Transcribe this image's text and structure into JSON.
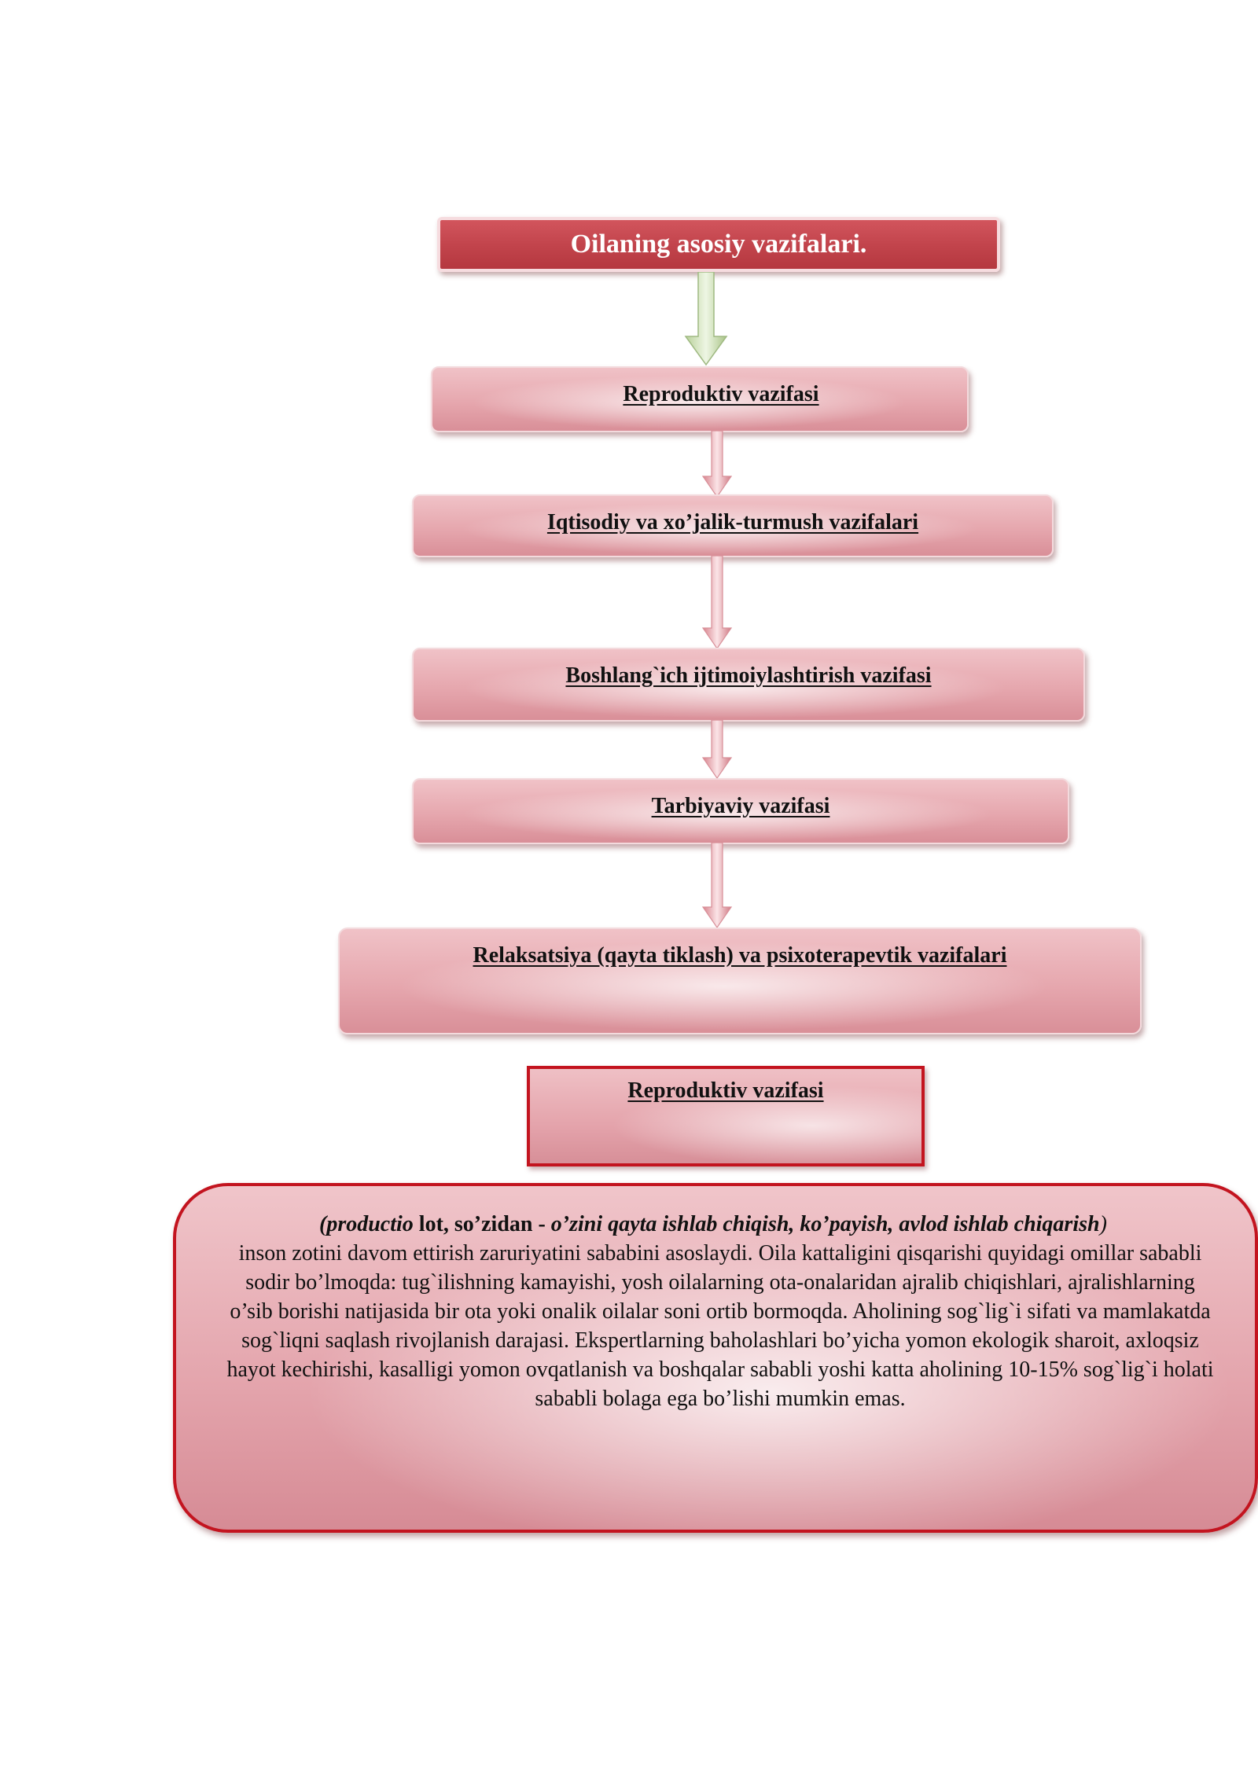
{
  "diagram": {
    "title": "Oilaning asosiy vazifalari.",
    "steps": [
      "Reproduktiv vazifasi",
      "Iqtisodiy va xo’jalik-turmush vazifalari",
      "Boshlang`ich  ijtimoiylashtirish vazifasi",
      "Tarbiyaviy vazifasi",
      "Relaksatsiya (qayta tiklash) va psixoterapevtik vazifalari"
    ],
    "colors": {
      "title_fill": "#c1434b",
      "box_fill": "#e6a7ae",
      "accent_border": "#c3141f",
      "first_arrow": "#d6e6c4",
      "arrow_fill": "#e9a9b0"
    }
  },
  "detail": {
    "heading": "Reproduktiv vazifasi",
    "lead_open": "(",
    "lead_term": "productio",
    "lead_middle": " lot, so’zidan - ",
    "lead_meaning": "o’zini qayta ishlab chiqish, ko’payish, avlod ishlab chiqarish",
    "lead_close": ")",
    "body": "inson zotini davom ettirish zaruriyatini sababini asoslaydi. Oila kattaligini qisqarishi quyidagi omillar sababli sodir bo’lmoqda: tug`ilishning kamayishi, yosh oilalarning ota-onalaridan ajralib chiqishlari, ajralishlarning o’sib borishi natijasida bir ota yoki onalik oilalar soni ortib bormoqda. Aholining sog`lig`i sifati va mamlakatda sog`liqni saqlash rivojlanish darajasi. Ekspertlarning baholashlari bo’yicha yomon ekologik sharoit, axloqsiz hayot kechirishi, kasalligi yomon ovqatlanish va boshqalar sababli yoshi katta aholining 10-15% sog`lig`i holati sababli bolaga ega bo’lishi mumkin emas."
  }
}
